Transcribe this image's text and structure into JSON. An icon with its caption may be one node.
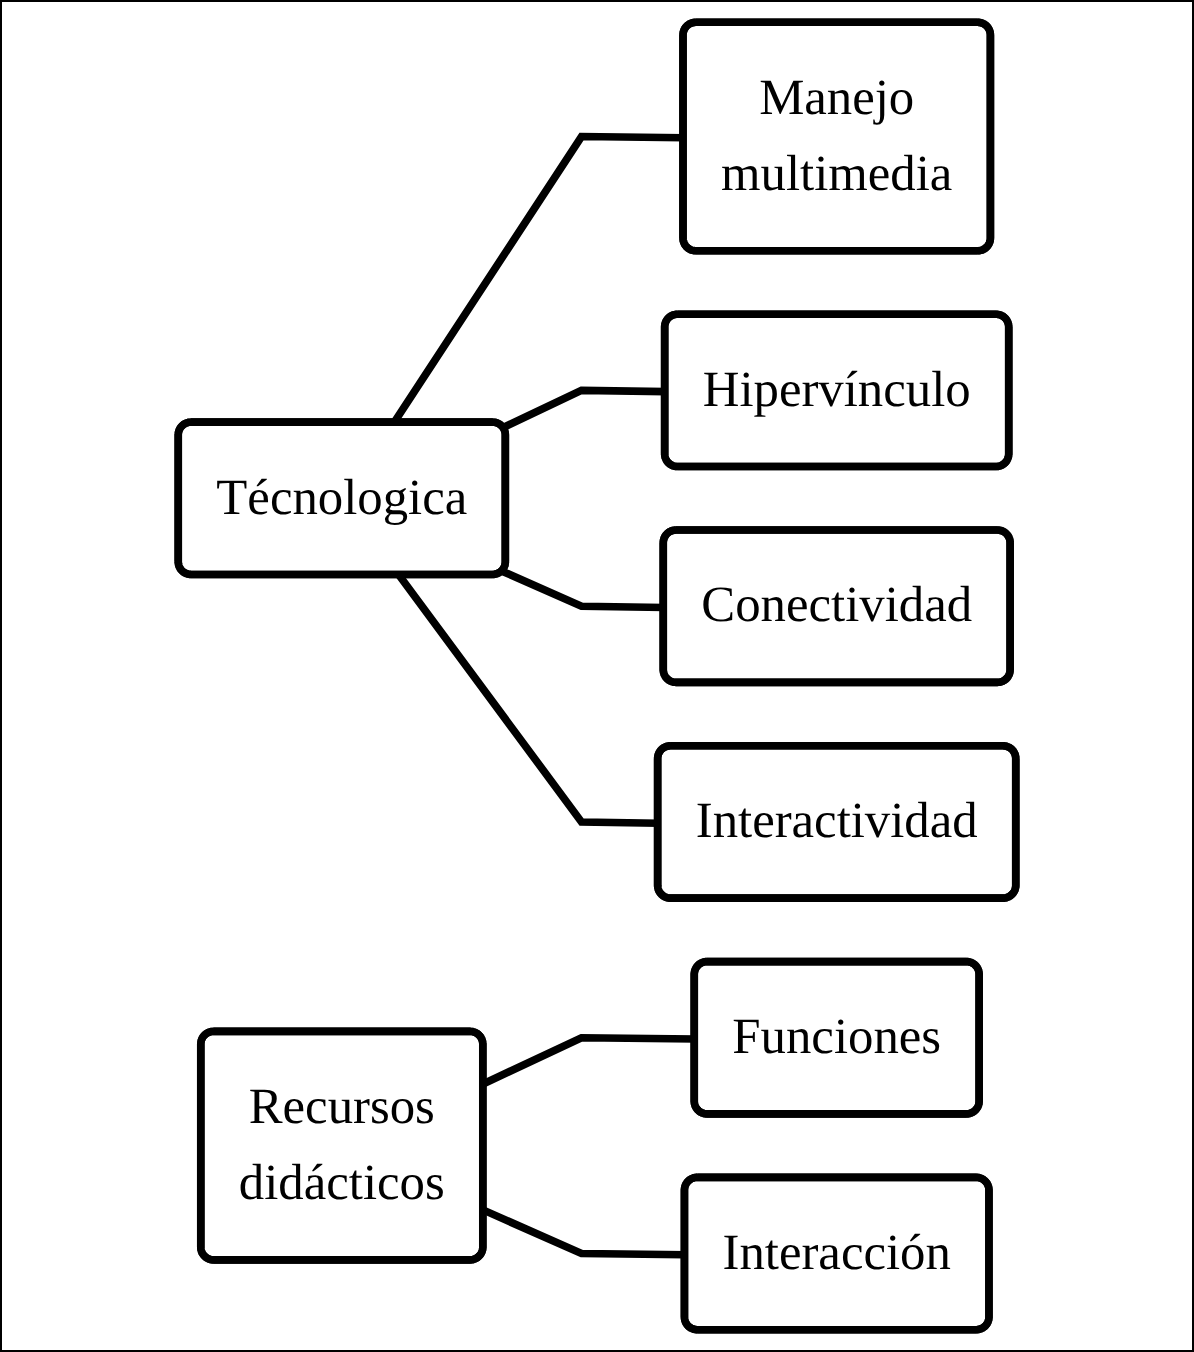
{
  "diagram": {
    "nodes": [
      {
        "text": [
          "Técnologica"
        ]
      },
      {
        "text": [
          "Manejo multimedia"
        ]
      },
      {
        "text": [
          "Hipervínculo"
        ]
      },
      {
        "text": [
          "Conectividad"
        ]
      },
      {
        "text": [
          "Interactividad"
        ]
      },
      {
        "text": [
          "Recursos didácticos"
        ]
      },
      {
        "text": [
          "Funciones"
        ]
      },
      {
        "text": [
          "Interacción"
        ]
      }
    ],
    "edges": [
      {
        "from": 0,
        "to": 1,
        "arrow": "none"
      },
      {
        "from": 0,
        "to": 2,
        "arrow": "none"
      },
      {
        "from": 0,
        "to": 3,
        "arrow": "none"
      },
      {
        "from": 0,
        "to": 4,
        "arrow": "none"
      },
      {
        "from": 5,
        "to": 6,
        "arrow": "none"
      },
      {
        "from": 5,
        "to": 7,
        "arrow": "none"
      }
    ]
  }
}
